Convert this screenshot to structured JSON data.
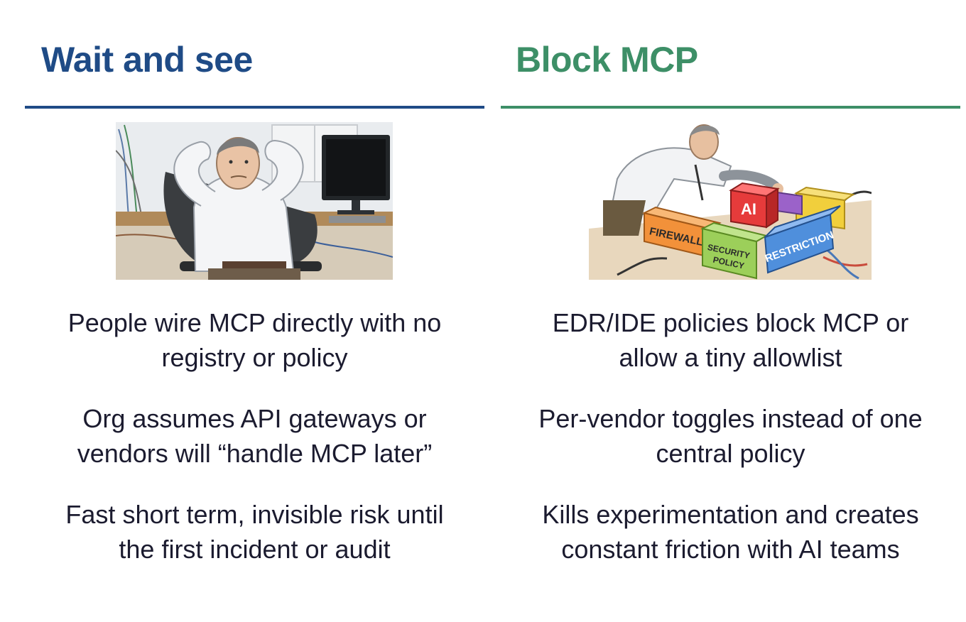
{
  "left_column": {
    "title": "Wait and see",
    "accent_color": "#1f4b86",
    "illustration_icon": "relaxed-man-at-desk-illustration",
    "bullets": [
      {
        "line1": "People wire MCP directly with no",
        "line2": "registry or policy"
      },
      {
        "line1": "Org assumes API gateways or",
        "line2": "vendors will “handle MCP later”"
      },
      {
        "line1": "Fast short term, invisible risk until",
        "line2": "the first incident or audit"
      }
    ]
  },
  "right_column": {
    "title": "Block MCP",
    "accent_color": "#3d8f67",
    "illustration_icon": "man-stacking-security-blocks-illustration",
    "illustration_labels": {
      "ai": "AI",
      "firewall": "FIREWALL",
      "security_policy_1": "SECURITY",
      "security_policy_2": "POLICY",
      "restriction": "RESTRICTION"
    },
    "bullets": [
      {
        "line1": "EDR/IDE policies block MCP or",
        "line2": "allow a tiny allowlist"
      },
      {
        "line1": "Per-vendor toggles instead of one",
        "line2": "central policy"
      },
      {
        "line1": "Kills experimentation and creates",
        "line2": "constant friction with AI teams"
      }
    ]
  }
}
